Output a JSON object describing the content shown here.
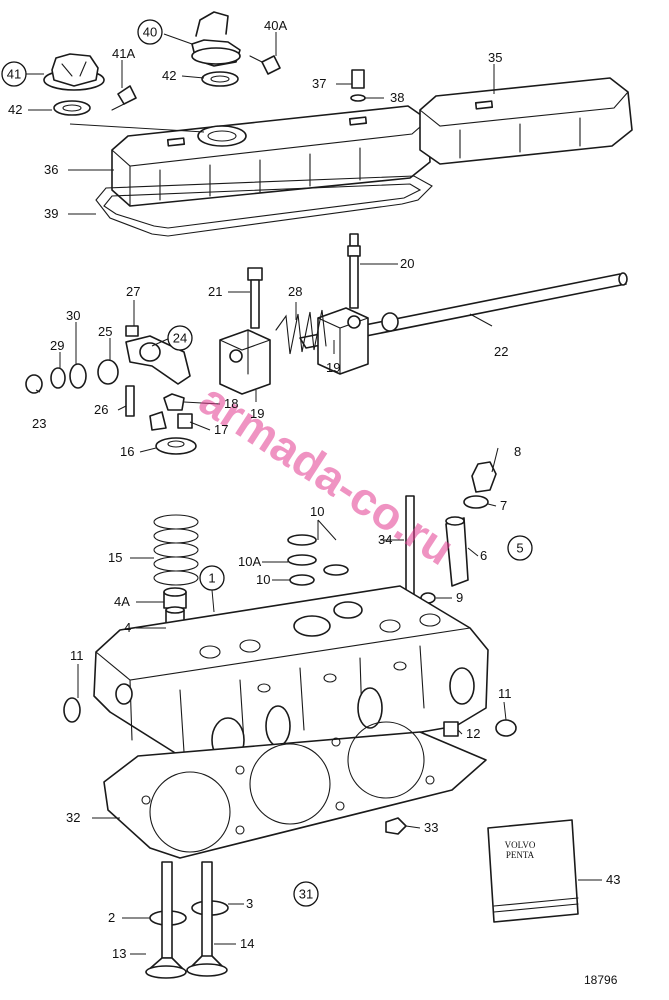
{
  "watermark": "armada-co.ru",
  "figure_number": "18796",
  "manual_logo": {
    "line1": "VOLVO",
    "line2": "PENTA"
  },
  "callouts": [
    {
      "id": "c1",
      "label": "1",
      "circled": true
    },
    {
      "id": "c2",
      "label": "2",
      "circled": false
    },
    {
      "id": "c3",
      "label": "3",
      "circled": false
    },
    {
      "id": "c4",
      "label": "4",
      "circled": false
    },
    {
      "id": "c4a",
      "label": "4A",
      "circled": false
    },
    {
      "id": "c5",
      "label": "5",
      "circled": true
    },
    {
      "id": "c6",
      "label": "6",
      "circled": false
    },
    {
      "id": "c7",
      "label": "7",
      "circled": false
    },
    {
      "id": "c8",
      "label": "8",
      "circled": false
    },
    {
      "id": "c9",
      "label": "9",
      "circled": false
    },
    {
      "id": "c10t",
      "label": "10",
      "circled": false
    },
    {
      "id": "c10a",
      "label": "10A",
      "circled": false
    },
    {
      "id": "c10b",
      "label": "10",
      "circled": false
    },
    {
      "id": "c11l",
      "label": "11",
      "circled": false
    },
    {
      "id": "c11r",
      "label": "11",
      "circled": false
    },
    {
      "id": "c12",
      "label": "12",
      "circled": false
    },
    {
      "id": "c13",
      "label": "13",
      "circled": false
    },
    {
      "id": "c14",
      "label": "14",
      "circled": false
    },
    {
      "id": "c15",
      "label": "15",
      "circled": false
    },
    {
      "id": "c16",
      "label": "16",
      "circled": false
    },
    {
      "id": "c17",
      "label": "17",
      "circled": false
    },
    {
      "id": "c18",
      "label": "18",
      "circled": false
    },
    {
      "id": "c19l",
      "label": "19",
      "circled": false
    },
    {
      "id": "c19r",
      "label": "19",
      "circled": false
    },
    {
      "id": "c20",
      "label": "20",
      "circled": false
    },
    {
      "id": "c21",
      "label": "21",
      "circled": false
    },
    {
      "id": "c22",
      "label": "22",
      "circled": false
    },
    {
      "id": "c23",
      "label": "23",
      "circled": false
    },
    {
      "id": "c24",
      "label": "24",
      "circled": true
    },
    {
      "id": "c25",
      "label": "25",
      "circled": false
    },
    {
      "id": "c26",
      "label": "26",
      "circled": false
    },
    {
      "id": "c27",
      "label": "27",
      "circled": false
    },
    {
      "id": "c28",
      "label": "28",
      "circled": false
    },
    {
      "id": "c29",
      "label": "29",
      "circled": false
    },
    {
      "id": "c30",
      "label": "30",
      "circled": false
    },
    {
      "id": "c31",
      "label": "31",
      "circled": true
    },
    {
      "id": "c32",
      "label": "32",
      "circled": false
    },
    {
      "id": "c33",
      "label": "33",
      "circled": false
    },
    {
      "id": "c34",
      "label": "34",
      "circled": false
    },
    {
      "id": "c35",
      "label": "35",
      "circled": false
    },
    {
      "id": "c36",
      "label": "36",
      "circled": false
    },
    {
      "id": "c37",
      "label": "37",
      "circled": false
    },
    {
      "id": "c38",
      "label": "38",
      "circled": false
    },
    {
      "id": "c39",
      "label": "39",
      "circled": false
    },
    {
      "id": "c40",
      "label": "40",
      "circled": true
    },
    {
      "id": "c40a",
      "label": "40A",
      "circled": false
    },
    {
      "id": "c41",
      "label": "41",
      "circled": true
    },
    {
      "id": "c41a",
      "label": "41A",
      "circled": false
    },
    {
      "id": "c42l",
      "label": "42",
      "circled": false
    },
    {
      "id": "c42r",
      "label": "42",
      "circled": false
    },
    {
      "id": "c43",
      "label": "43",
      "circled": false
    }
  ]
}
